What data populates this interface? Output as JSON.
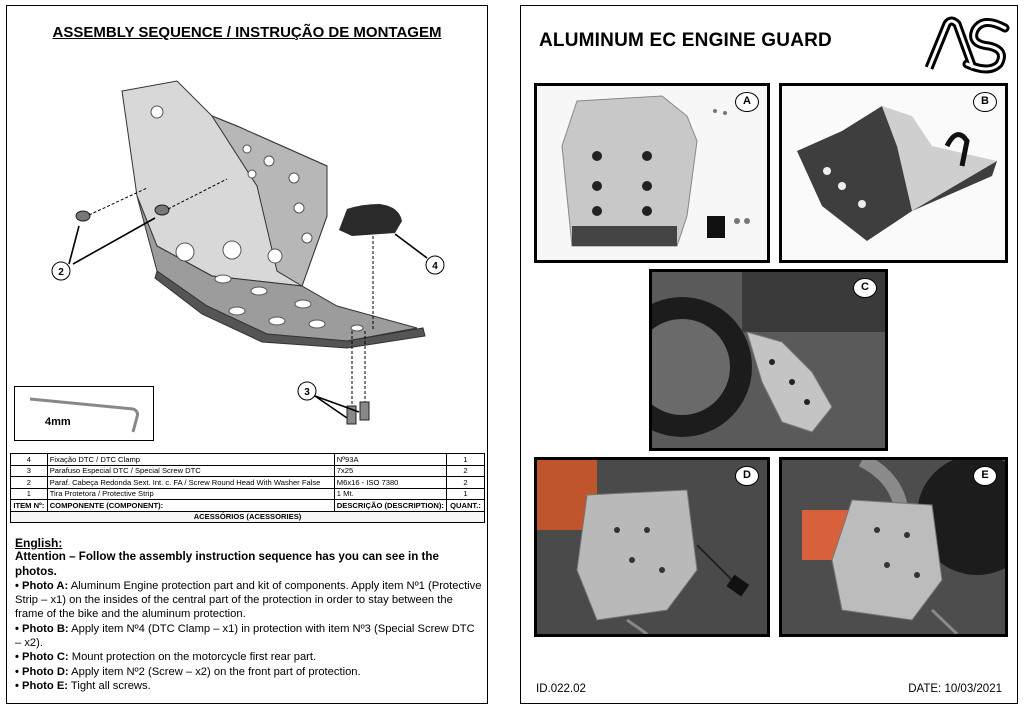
{
  "left": {
    "assembly_title": "ASSEMBLY SEQUENCE / INSTRUÇÃO DE MONTAGEM",
    "callouts": {
      "c2": "2",
      "c3": "3",
      "c4": "4"
    },
    "tool_label": "4mm",
    "table": {
      "rows": [
        {
          "item": "4",
          "component": "Fixação DTC / DTC Clamp",
          "description": "Nº93A",
          "qty": "1"
        },
        {
          "item": "3",
          "component": "Parafuso Especial DTC / Special Screw DTC",
          "description": "7x25",
          "qty": "2"
        },
        {
          "item": "2",
          "component": "Paraf. Cabeça Redonda Sext. Int. c. FA / Screw Round Head With Washer False",
          "description": "M6x16 - ISO 7380",
          "qty": "2"
        },
        {
          "item": "1",
          "component": "Tira Protetora / Protective Strip",
          "description": "1 Mt.",
          "qty": "1"
        }
      ],
      "header": {
        "item": "ITEM Nº:",
        "component": "COMPONENTE (COMPONENT):",
        "description": "DESCRIÇÃO (DESCRIPTION):",
        "qty": "QUANT.:"
      },
      "footer": "ACESSÓRIOS (ACESSORIES)"
    },
    "instructions": {
      "language": "English:",
      "attention": "Attention – Follow the assembly instruction sequence has you can see in the photos.",
      "steps": [
        {
          "label": "• Photo A:",
          "text": " Aluminum Engine protection part and kit of components. Apply item Nº1 (Protective Strip – x1) on the insides of the central part of the protection in order to stay between the frame of the bike and the aluminum protection."
        },
        {
          "label": "• Photo B:",
          "text": " Apply item Nº4 (DTC Clamp – x1) in protection with item Nº3 (Special Screw DTC – x2)."
        },
        {
          "label": "• Photo C:",
          "text": " Mount protection on the motorcycle first rear part."
        },
        {
          "label": "• Photo D:",
          "text": " Apply item Nº2 (Screw – x2) on the front part of protection."
        },
        {
          "label": "• Photo E:",
          "text": " Tight all screws."
        }
      ]
    }
  },
  "right": {
    "title": "ALUMINUM EC ENGINE GUARD",
    "logo_icon": "as-logo-icon",
    "photos": {
      "a": "A",
      "b": "B",
      "c": "C",
      "d": "D",
      "e": "E"
    },
    "doc_id": "ID.022.02",
    "date": "DATE:  10/03/2021"
  },
  "colors": {
    "aluminum": "#c9c9c9",
    "dark_plate": "#3a3a3a",
    "ktm_orange": "#e0662b"
  }
}
